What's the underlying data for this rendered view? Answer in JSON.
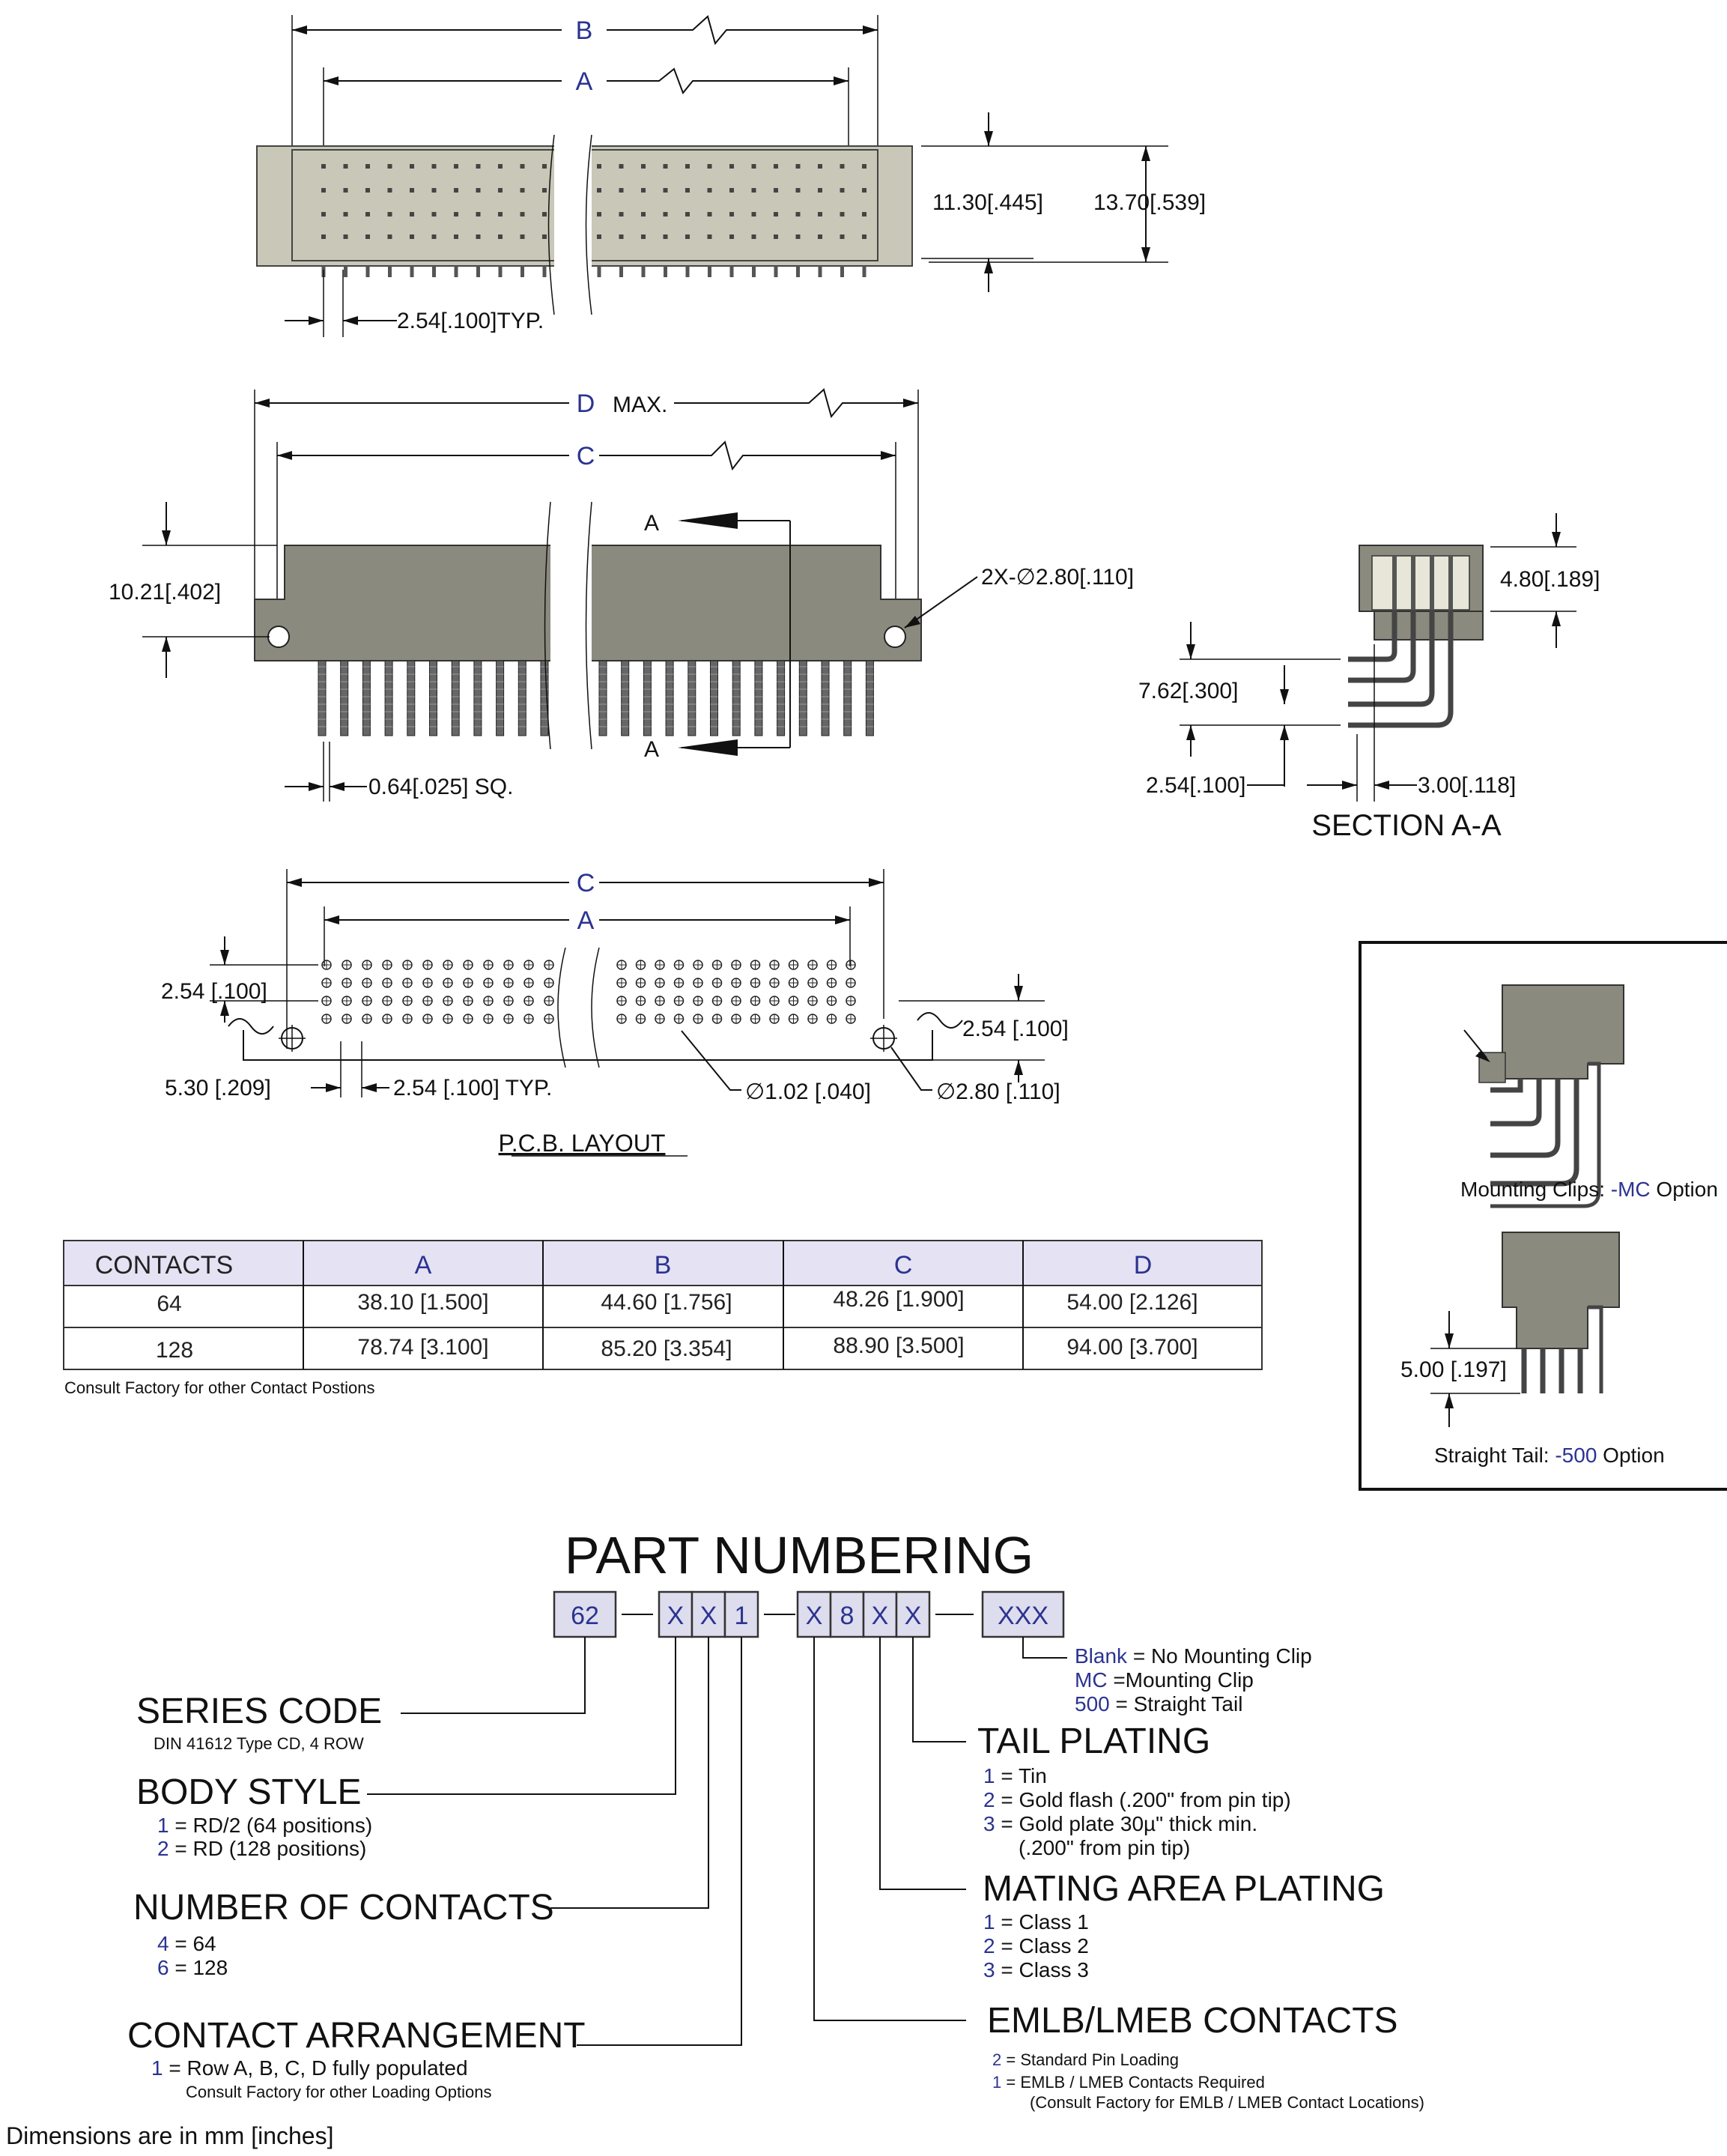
{
  "top_view": {
    "dim_b": "B",
    "dim_a": "A",
    "dim_height_inner": "11.30[.445]",
    "dim_height_outer": "13.70[.539]",
    "dim_pitch": "2.54[.100]TYP."
  },
  "side_view": {
    "dim_d": "D",
    "dim_d_suffix": "MAX.",
    "dim_c": "C",
    "dim_height": "10.21[.402]",
    "dim_hole": "2X-∅2.80[.110]",
    "dim_pin": "0.64[.025] SQ.",
    "section_marker": "A"
  },
  "section": {
    "dim_top": "4.80[.189]",
    "dim_row": "7.62[.300]",
    "dim_pitch": "2.54[.100]",
    "dim_offset": "3.00[.118]",
    "title": "SECTION A-A"
  },
  "pcb": {
    "dim_c": "C",
    "dim_a": "A",
    "dim_row_left": "2.54 [.100]",
    "dim_row_right": "2.54 [.100]",
    "dim_edge": "5.30 [.209]",
    "dim_pitch": "2.54 [.100] TYP.",
    "dim_hole_small": "∅1.02 [.040]",
    "dim_hole_large": "∅2.80 [.110]",
    "title": "P.C.B. LAYOUT"
  },
  "table": {
    "headers": [
      "CONTACTS",
      "A",
      "B",
      "C",
      "D"
    ],
    "rows": [
      [
        "64",
        "38.10 [1.500]",
        "44.60 [1.756]",
        "48.26 [1.900]",
        "54.00 [2.126]"
      ],
      [
        "128",
        "78.74 [3.100]",
        "85.20 [3.354]",
        "88.90 [3.500]",
        "94.00 [3.700]"
      ]
    ],
    "note": "Consult Factory for other Contact Postions",
    "header_color": "#e4e2f3"
  },
  "options": {
    "mc_label": "Mounting Clips:",
    "mc_code": "-MC",
    "mc_suffix": "Option",
    "tail_dim": "5.00 [.197]",
    "st_label": "Straight Tail:",
    "st_code": "-500",
    "st_suffix": "Option"
  },
  "part_numbering": {
    "title": "PART NUMBERING",
    "boxes": [
      "62",
      "X",
      "X",
      "1",
      "X",
      "8",
      "X",
      "X",
      "XXX"
    ],
    "mount_options": [
      {
        "code": "Blank",
        "text": " = No Mounting Clip"
      },
      {
        "code": "MC",
        "text": " =Mounting Clip"
      },
      {
        "code": "500",
        "text": " = Straight Tail"
      }
    ],
    "series": {
      "heading": "SERIES CODE",
      "desc": "DIN 41612  Type CD, 4 ROW"
    },
    "body_style": {
      "heading": "BODY STYLE",
      "items": [
        {
          "code": "1",
          "text": " = RD/2  (64 positions)"
        },
        {
          "code": "2",
          "text": " = RD     (128 positions)"
        }
      ]
    },
    "num_contacts": {
      "heading": "NUMBER OF CONTACTS",
      "items": [
        {
          "code": "4",
          "text": " = 64"
        },
        {
          "code": "6",
          "text": " = 128"
        }
      ]
    },
    "contact_arrangement": {
      "heading": "CONTACT ARRANGEMENT",
      "items": [
        {
          "code": "1",
          "text": " = Row A, B, C, D fully populated"
        }
      ],
      "note": "Consult Factory for other Loading Options"
    },
    "tail_plating": {
      "heading": "TAIL PLATING",
      "items": [
        {
          "code": "1",
          "text": " = Tin"
        },
        {
          "code": "2",
          "text": " = Gold flash (.200\" from pin tip)"
        },
        {
          "code": "3",
          "text": " = Gold plate 30µ\" thick min."
        }
      ],
      "continuation": "(.200\" from pin tip)"
    },
    "mating_plating": {
      "heading": "MATING AREA PLATING",
      "items": [
        {
          "code": "1",
          "text": " = Class 1"
        },
        {
          "code": "2",
          "text": " = Class 2"
        },
        {
          "code": "3",
          "text": " = Class 3"
        }
      ]
    },
    "emlb": {
      "heading": "EMLB/LMEB CONTACTS",
      "items": [
        {
          "code": "2",
          "text": " =  Standard Pin Loading"
        },
        {
          "code": "1",
          "text": " =  EMLB / LMEB Contacts Required"
        }
      ],
      "note": "(Consult Factory for EMLB / LMEB Contact Locations)"
    }
  },
  "footer": "Dimensions are in mm [inches]",
  "colors": {
    "label_blue": "#2b3390",
    "body_dark": "#8b8a7e",
    "body_light": "#c9c7b7"
  }
}
